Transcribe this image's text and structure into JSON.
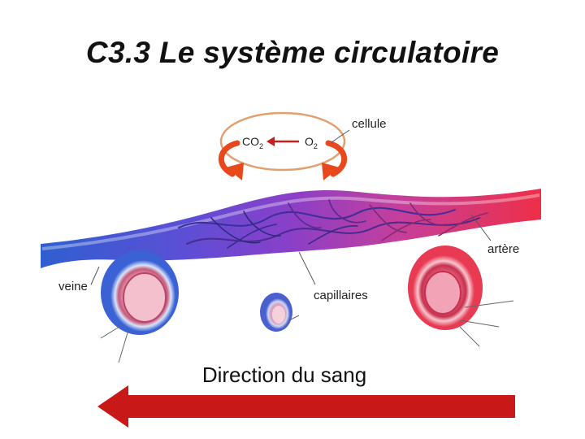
{
  "title": "C3.3 Le système circulatoire",
  "cell": {
    "label": "cellule",
    "gas_out": {
      "symbol": "CO",
      "subscript": "2"
    },
    "gas_in": {
      "symbol": "O",
      "subscript": "2"
    }
  },
  "labels": {
    "artery": "artère",
    "vein": "veine",
    "capillaries": "capillaires"
  },
  "direction": {
    "text": "Direction du sang",
    "arrow": "left"
  },
  "colors": {
    "vein_blue": "#2f5fd0",
    "capillary_purple": "#8a3fc8",
    "artery_red": "#e8304a",
    "cell_outline": "#e0a070",
    "cycle_arrow": "#e8481c",
    "direction_arrow": "#c81818"
  }
}
